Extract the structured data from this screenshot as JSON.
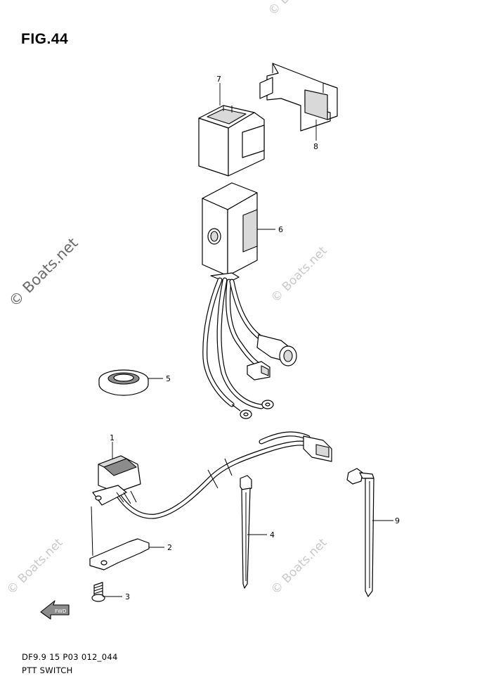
{
  "figure": {
    "title": "FIG.44",
    "code": "DF9.9 15 P03 012_044",
    "name": "PTT SWITCH"
  },
  "watermark": {
    "text": "© Boats.net"
  },
  "callouts": {
    "part1": "1",
    "part2": "2",
    "part3": "3",
    "part4": "4",
    "part5": "5",
    "part6": "6",
    "part7": "7",
    "part8": "8",
    "part9": "9"
  },
  "direction_label": "FWD"
}
